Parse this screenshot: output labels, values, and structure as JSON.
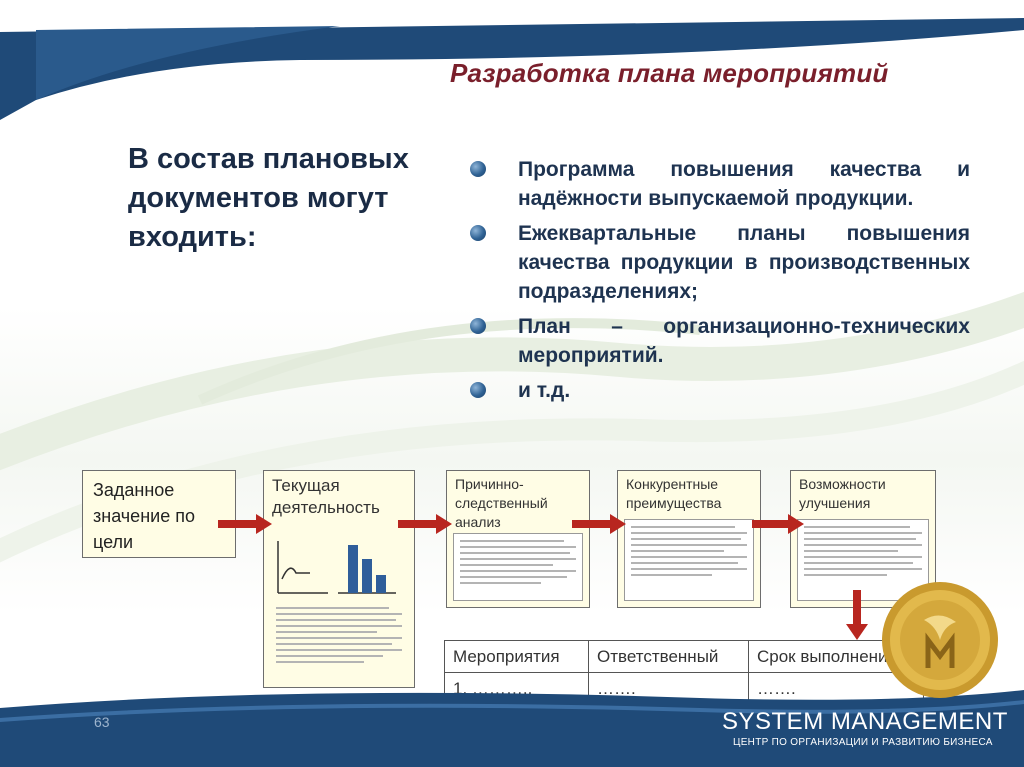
{
  "slide": {
    "title": "Разработка плана мероприятий",
    "lead": "В состав плановых документов могут входить:",
    "bullets": [
      "Программа повышения качества и надёжности выпускаемой продукции.",
      "Ежеквартальные планы повышения качества продукции в производственных подразделениях;",
      "План – организационно-технических мероприятий.",
      "и т.д."
    ]
  },
  "flow": {
    "boxes": [
      "Заданное значение по цели",
      "Текущая деятельность",
      "Причинно-следственный анализ",
      "Конкурентные преимущества",
      "Возможности улучшения"
    ]
  },
  "table": {
    "headers": [
      "Мероприятия",
      "Ответственный",
      "Срок выполнения"
    ],
    "row": [
      "1. ………..",
      "…….",
      "……."
    ]
  },
  "footer": {
    "page_number": "63",
    "brand": "SYSTEM MANAGEMENT",
    "brand_subtitle": "ЦЕНТР ПО ОРГАНИЗАЦИИ И РАЗВИТИЮ БИЗНЕСА"
  },
  "colors": {
    "title": "#7a1f2b",
    "text": "#1e3350",
    "arrow": "#b8261f",
    "box_fill": "#fffde5",
    "band": "#1f4a78"
  },
  "icons": [
    "bullet-dot-icon",
    "chart-icon",
    "coin-logo-icon",
    "arrow-icon"
  ]
}
